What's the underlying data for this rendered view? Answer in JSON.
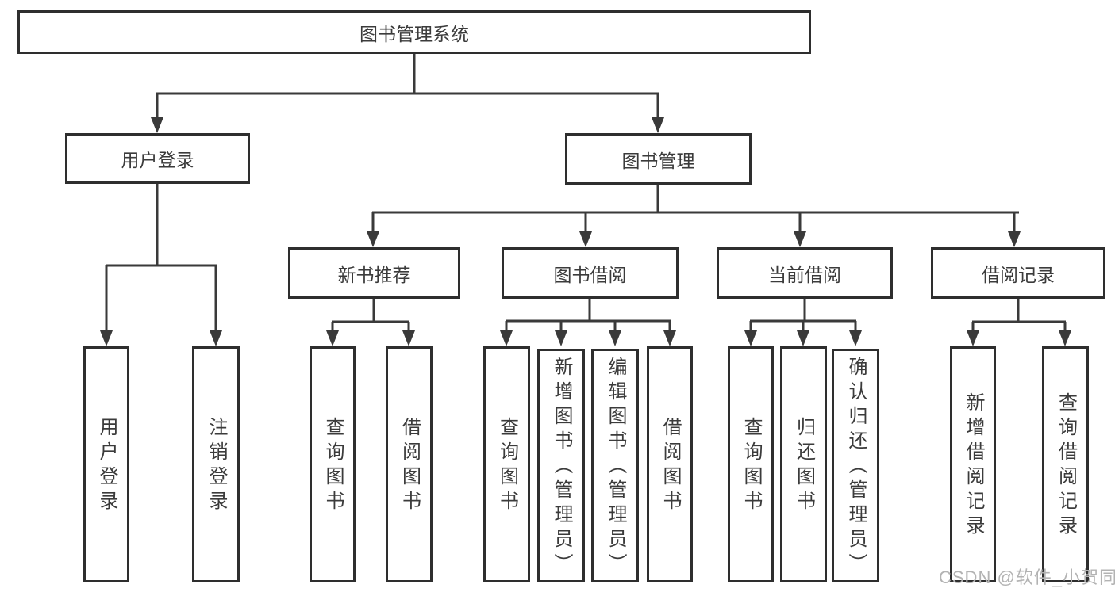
{
  "diagram": {
    "root": {
      "label": "图书管理系统"
    },
    "branches": [
      {
        "label": "用户登录",
        "leaves": [
          "用户登录",
          "注销登录"
        ]
      },
      {
        "label": "图书管理",
        "children": [
          {
            "label": "新书推荐",
            "leaves": [
              "查询图书",
              "借阅图书"
            ]
          },
          {
            "label": "图书借阅",
            "leaves": [
              "查询图书",
              "新增图书（管理员）",
              "编辑图书（管理员）",
              "借阅图书"
            ]
          },
          {
            "label": "当前借阅",
            "leaves": [
              "查询图书",
              "归还图书",
              "确认归还（管理员）"
            ]
          },
          {
            "label": "借阅记录",
            "leaves": [
              "新增借阅记录",
              "查询借阅记录"
            ]
          }
        ]
      }
    ]
  },
  "watermark": "CSDN @软件_小贺同学",
  "colors": {
    "line": "#3a3a3a",
    "box_border": "#2e2e2e",
    "text": "#3b3b3b",
    "watermark": "#b3b3b3",
    "background": "#ffffff"
  }
}
